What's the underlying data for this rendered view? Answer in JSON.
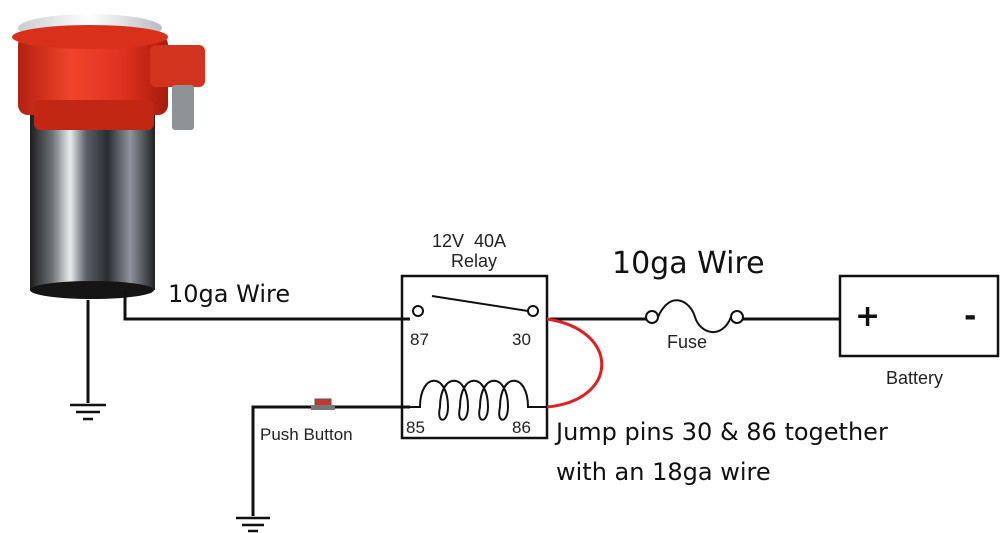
{
  "relay": {
    "rating": "12V  40A",
    "name": "Relay",
    "pin87": "87",
    "pin30": "30",
    "pin85": "85",
    "pin86": "86"
  },
  "wires": {
    "horn_wire": "10ga Wire",
    "battery_wire": "10ga Wire"
  },
  "fuse": {
    "label": "Fuse"
  },
  "battery": {
    "label": "Battery",
    "plus": "+",
    "minus": "-"
  },
  "push_button": {
    "label": "Push Button"
  },
  "note": {
    "line1": "Jump pins 30 & 86 together",
    "line2": "with an 18ga wire"
  },
  "colors": {
    "horn_red": "#e0311f",
    "jumper_red": "#e02020",
    "wire": "#111111",
    "chrome": "#9aa0a6"
  }
}
